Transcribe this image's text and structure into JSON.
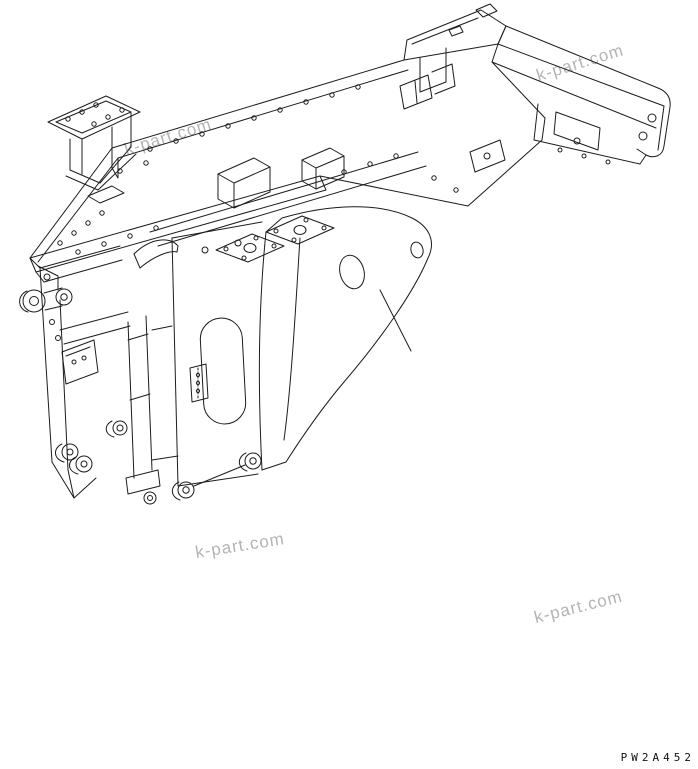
{
  "page": {
    "background": "#ffffff"
  },
  "watermark": {
    "text": "k-part.com",
    "color": "#b4b4b4"
  },
  "footer": {
    "part_code": "PW2A452"
  },
  "diagram": {
    "type": "isometric-parts-line-drawing",
    "subject": "machine main frame",
    "line_color": "#1c1c1c",
    "features": [
      "rear-frame-rail",
      "rear-crossmember",
      "tower-bracket",
      "main-deck-with-bolt-holes",
      "mounting-plates",
      "side-plate-with-oval-hole",
      "front-side-plate",
      "front-hitch",
      "pin-bosses",
      "leader-line"
    ]
  }
}
